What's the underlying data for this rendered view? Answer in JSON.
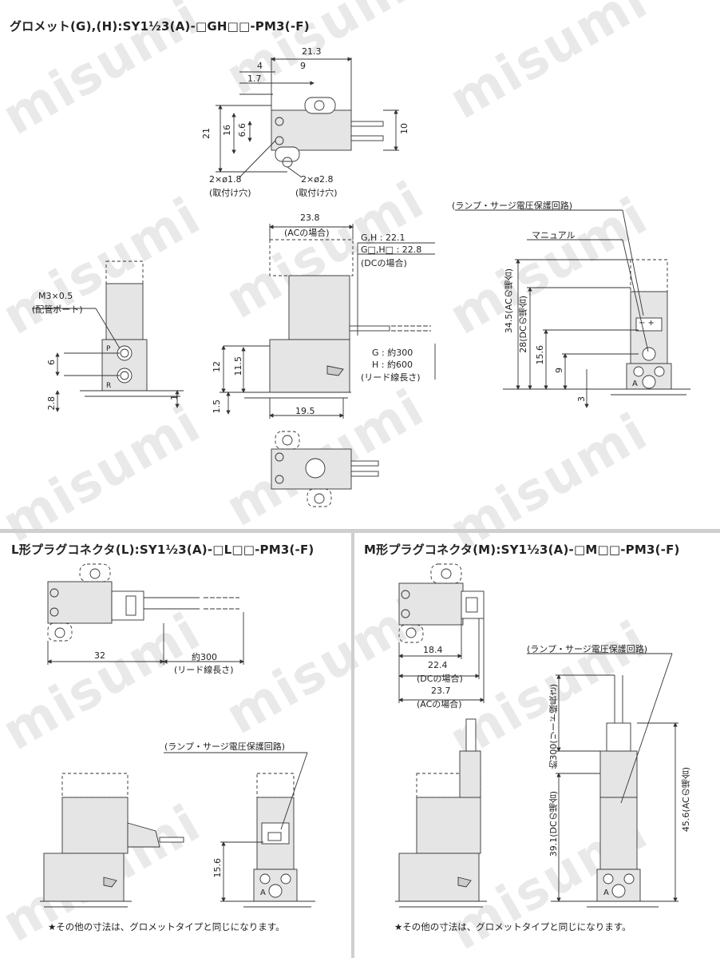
{
  "headings": {
    "grommet": "グロメット(G),(H):SY1½3(A)-□GH□□-PM3(-F)",
    "l_plug": "L形プラグコネクタ(L):SY1½3(A)-□L□□-PM3(-F)",
    "m_plug": "M形プラグコネクタ(M):SY1½3(A)-□M□□-PM3(-F)"
  },
  "watermark": "misumi",
  "top_view": {
    "dim_21_3": "21.3",
    "dim_4": "4",
    "dim_9": "9",
    "dim_1_7": "1.7",
    "dim_21": "21",
    "dim_16": "16",
    "dim_6_6": "6.6",
    "dim_10": "10",
    "hole_small": "2×ø1.8",
    "hole_small_note": "(取付け穴)",
    "hole_large": "2×ø2.8",
    "hole_large_note": "(取付け穴)"
  },
  "side_view": {
    "dim_23_8": "23.8",
    "ac_case": "(ACの場合)",
    "gh_label": "G,H : 22.1",
    "g_label": "G□,H□ : 22.8",
    "dc_case": "(DCの場合)",
    "lead_g": "G : 約300",
    "lead_h": "H : 約600",
    "lead_note": "(リード線長さ)",
    "dim_12": "12",
    "dim_11_5": "11.5",
    "dim_1_5": "1.5",
    "dim_19_5": "19.5"
  },
  "front_view": {
    "port": "M3×0.5",
    "port_note": "(配管ポート)",
    "dim_6": "6",
    "dim_2_8": "2.8",
    "dim_1": "1",
    "port_p": "P",
    "port_r": "R"
  },
  "end_view": {
    "lamp_note": "(ランプ・サージ電圧保護回路)",
    "manual": "マニュアル",
    "dim_34_5": "34.5(ACの場合)",
    "dim_28": "28(DCの場合)",
    "dim_15_6": "15.6",
    "dim_9": "9",
    "dim_3": "3",
    "port_a": "A",
    "polarity": "− +"
  },
  "l_section": {
    "dim_32": "32",
    "lead": "約300",
    "lead_note": "(リード線長さ)",
    "lamp_note": "(ランプ・サージ電圧保護回路)",
    "dim_15_6": "15.6",
    "port_a": "A",
    "footnote": "★その他の寸法は、グロメットタイプと同じになります。"
  },
  "m_section": {
    "dim_18_4": "18.4",
    "dim_22_4": "22.4",
    "dc_case": "(DCの場合)",
    "dim_23_7": "23.7",
    "ac_case": "(ACの場合)",
    "lamp_note": "(ランプ・サージ電圧保護回路)",
    "lead": "約300(リード線長さ)",
    "dim_39_1": "39.1(DCの場合)",
    "dim_45_6": "45.6(ACの場合)",
    "port_a": "A",
    "footnote": "★その他の寸法は、グロメットタイプと同じになります。"
  }
}
